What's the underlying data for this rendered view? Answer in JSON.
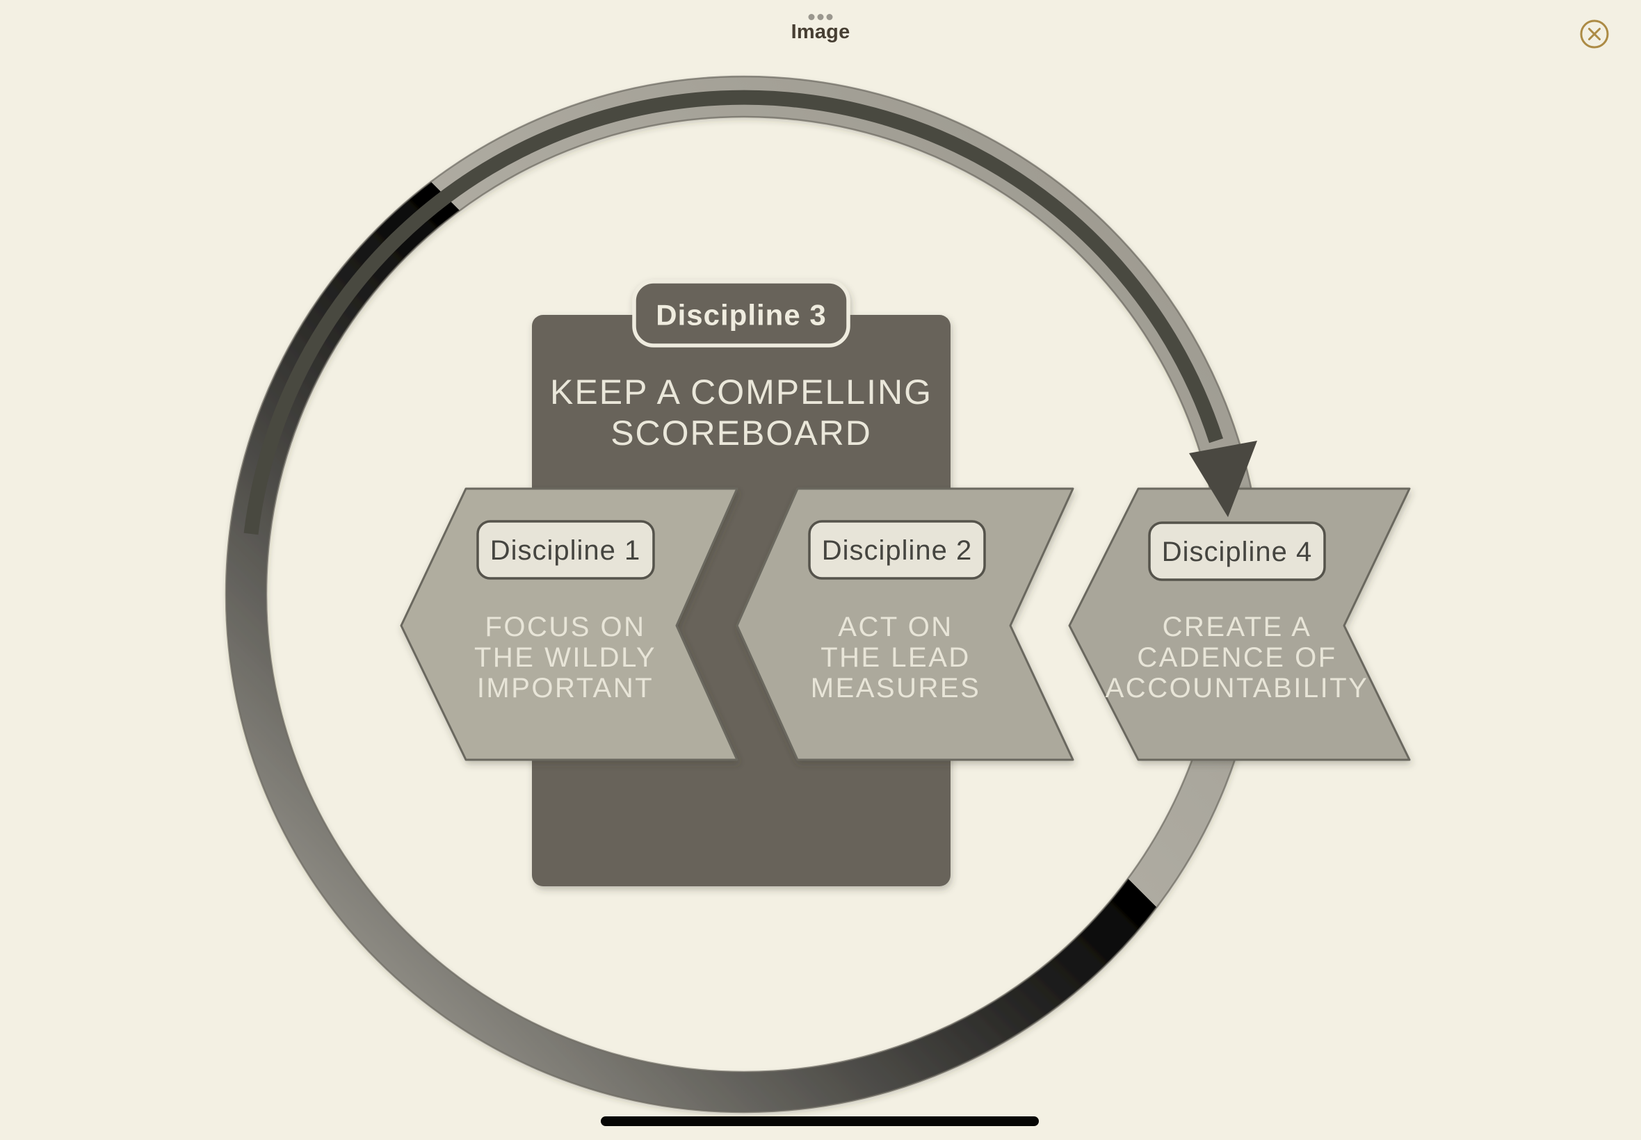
{
  "window": {
    "title": "Image",
    "menu_dots_icon": "ellipsis-icon",
    "close_icon": "circled-x-icon"
  },
  "diagram": {
    "d1": {
      "label": "Discipline 1",
      "line1": "FOCUS ON",
      "line2": "THE WILDLY",
      "line3": "IMPORTANT"
    },
    "d2": {
      "label": "Discipline 2",
      "line1": "ACT ON",
      "line2": "THE LEAD",
      "line3": "MEASURES"
    },
    "d3": {
      "label": "Discipline 3",
      "line1": "KEEP A COMPELLING",
      "line2": "SCOREBOARD"
    },
    "d4": {
      "label": "Discipline 4",
      "line1": "CREATE A",
      "line2": "CADENCE OF",
      "line3": "ACCOUNTABILITY"
    }
  },
  "colors": {
    "background": "#f3f0e3",
    "dark_panel": "#67645a",
    "chevron_fill": "#acA99c",
    "ring_light": "#b6b3a9",
    "ring_dark_stripe": "#4a4841",
    "pill_light_fill": "#e7e4d8",
    "pill_text_dark": "#454440",
    "cream_text": "#e8e5d8",
    "close_button_gold": "#ac8b45",
    "title_text": "#473f33",
    "home_indicator": "#060604"
  }
}
